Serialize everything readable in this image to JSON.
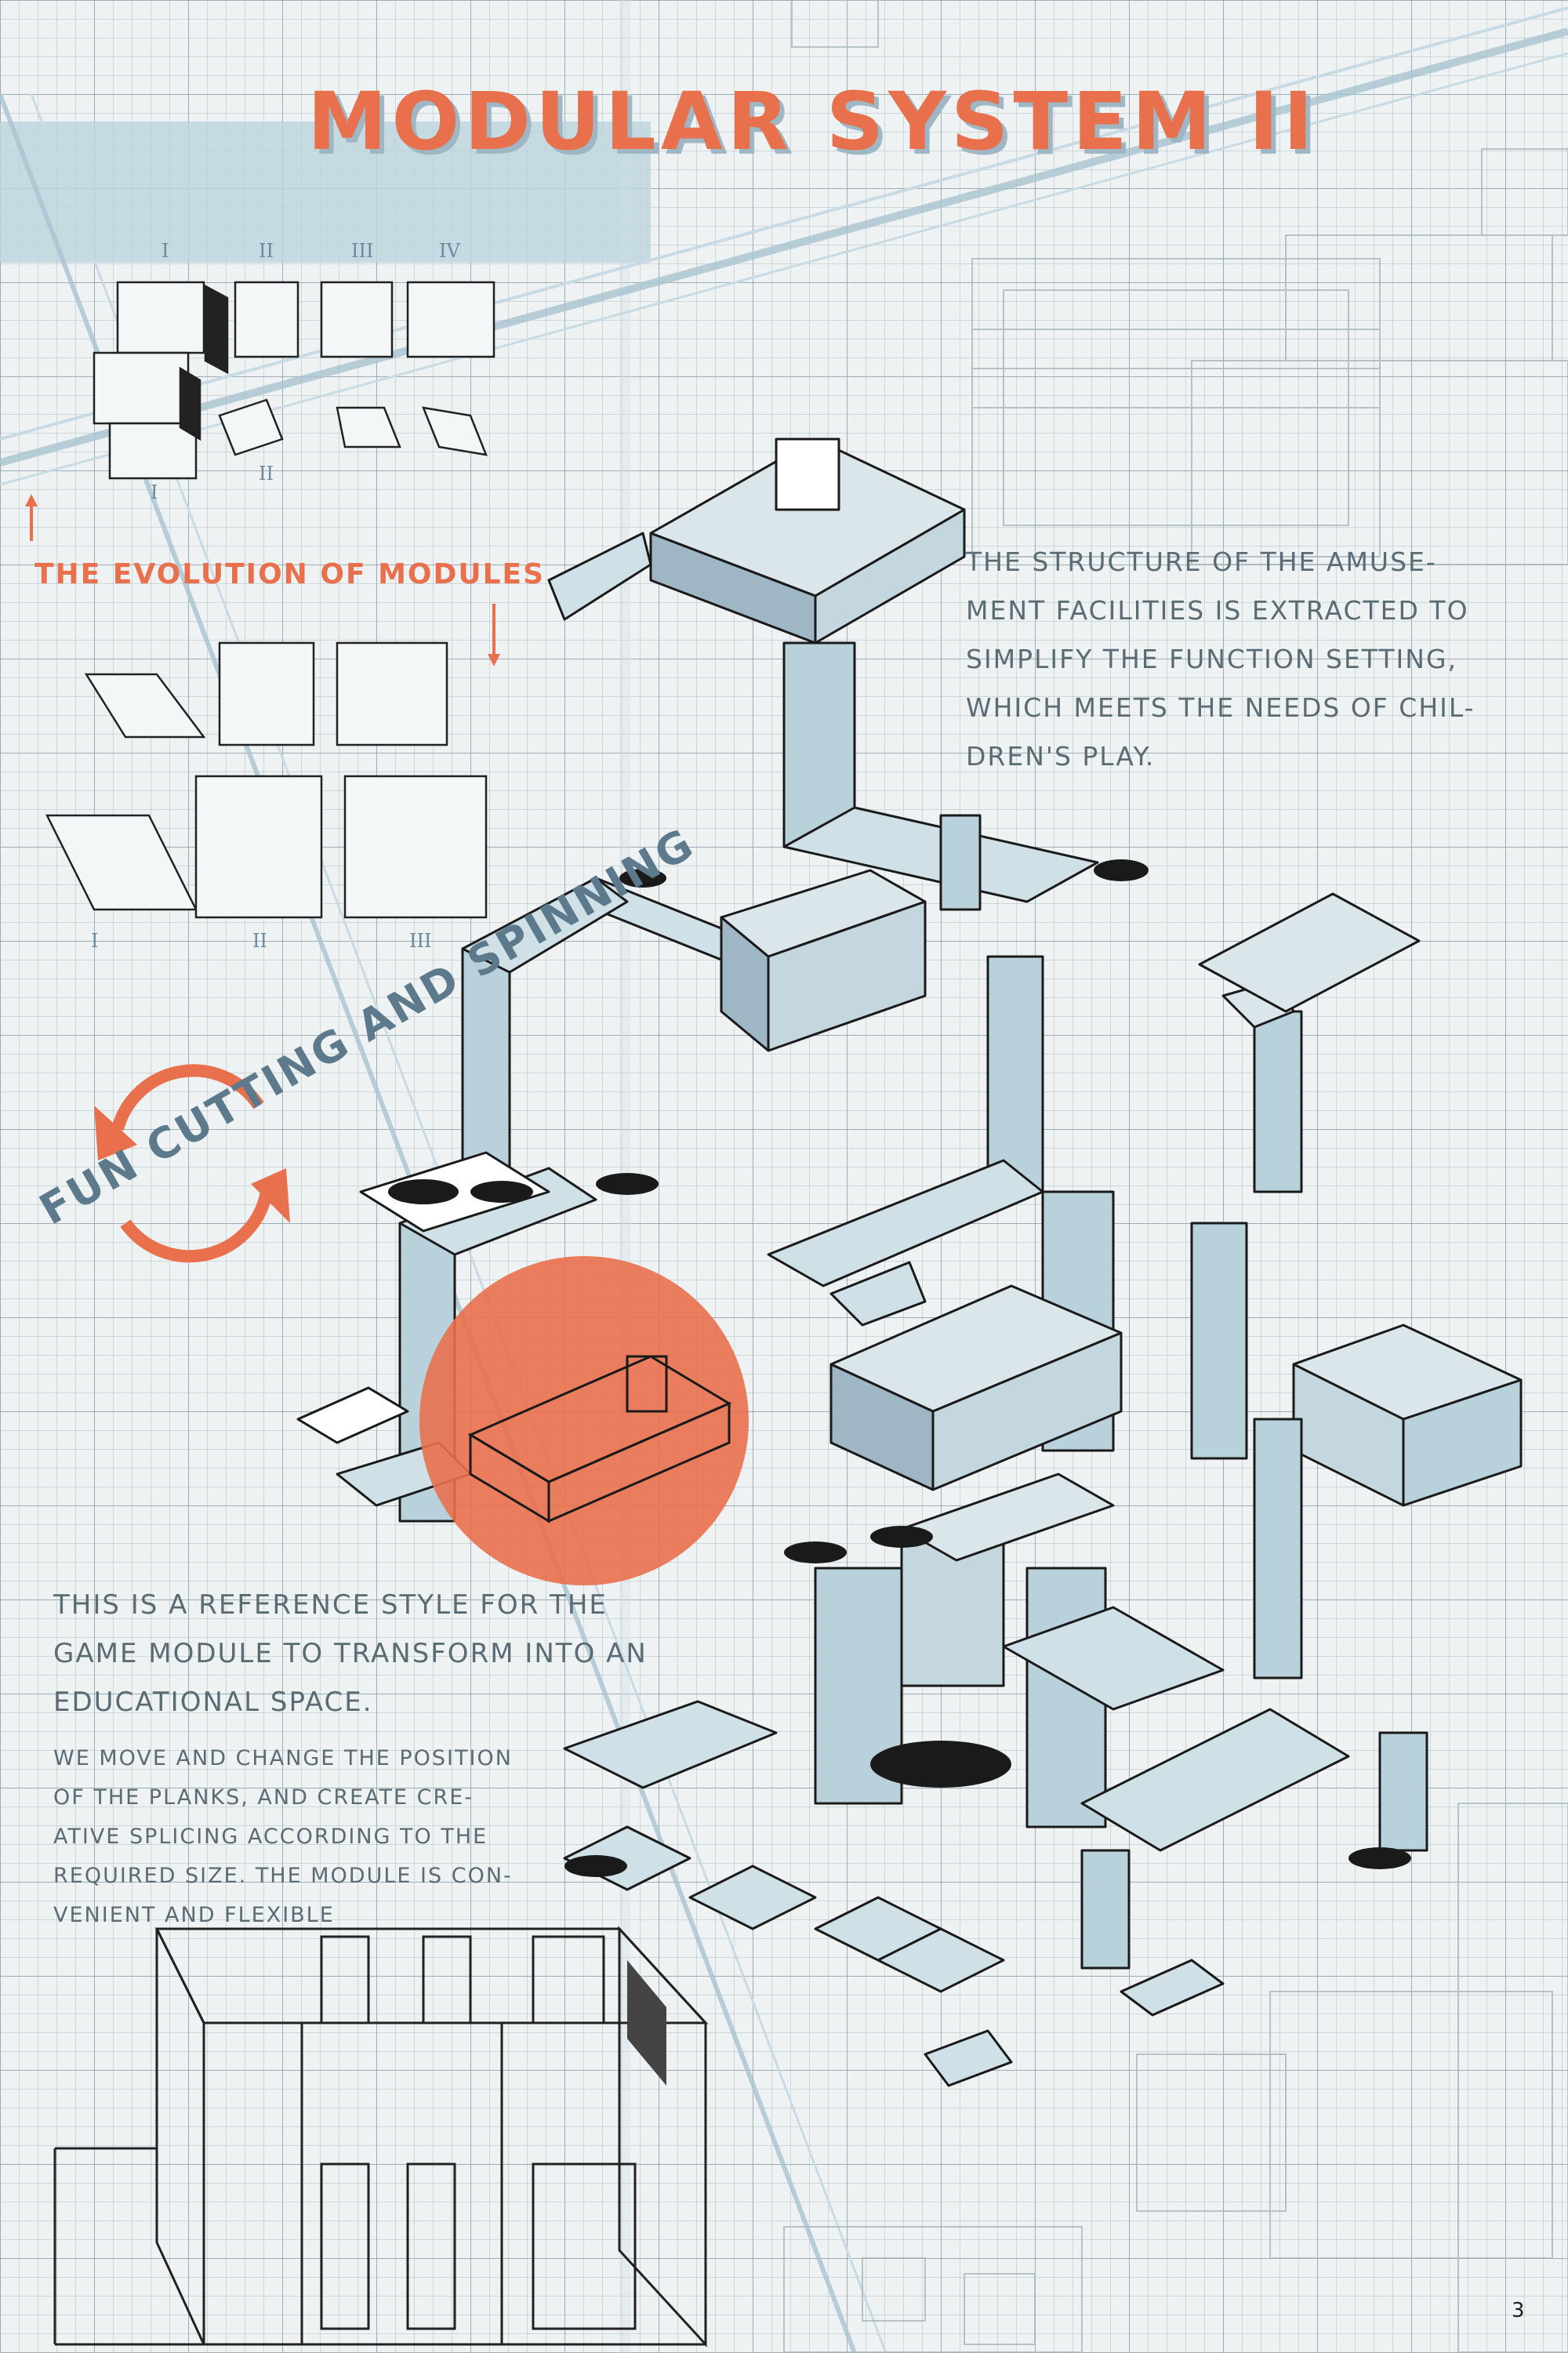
{
  "title": "MODULAR SYSTEM II",
  "evolution": {
    "title": "THE EVOLUTION OF MODULES",
    "top_numerals": [
      "I",
      "II",
      "III",
      "IV"
    ],
    "top_sub_numerals": [
      "I",
      "II"
    ],
    "bottom_numerals": [
      "I",
      "II",
      "III"
    ]
  },
  "structure_text": {
    "lines": [
      "THE STRUCTURE OF THE AMUSE-",
      "MENT FACILITIES IS EXTRACTED TO",
      "SIMPLIFY THE FUNCTION SETTING,",
      "WHICH MEETS THE NEEDS OF CHIL-",
      "DREN'S PLAY."
    ]
  },
  "spin_label": "FUN CUTTING AND SPINNING",
  "reference_text": {
    "lines": [
      "THIS IS A REFERENCE STYLE FOR THE",
      "GAME MODULE TO TRANSFORM INTO AN",
      "EDUCATIONAL SPACE."
    ]
  },
  "detail_text": {
    "lines": [
      "WE MOVE AND CHANGE THE POSITION",
      "OF THE PLANKS, AND CREATE CRE-",
      "ATIVE SPLICING ACCORDING TO THE",
      "REQUIRED SIZE. THE MODULE IS CON-",
      "VENIENT AND FLEXIBLE"
    ]
  },
  "page_number": "3",
  "colors": {
    "accent": "#e8704c",
    "blue": "#b9d1db",
    "text": "#5b6b74",
    "line": "#222222"
  },
  "icons": [
    "rotate-arrows-icon",
    "up-arrow-icon",
    "down-arrow-icon"
  ]
}
